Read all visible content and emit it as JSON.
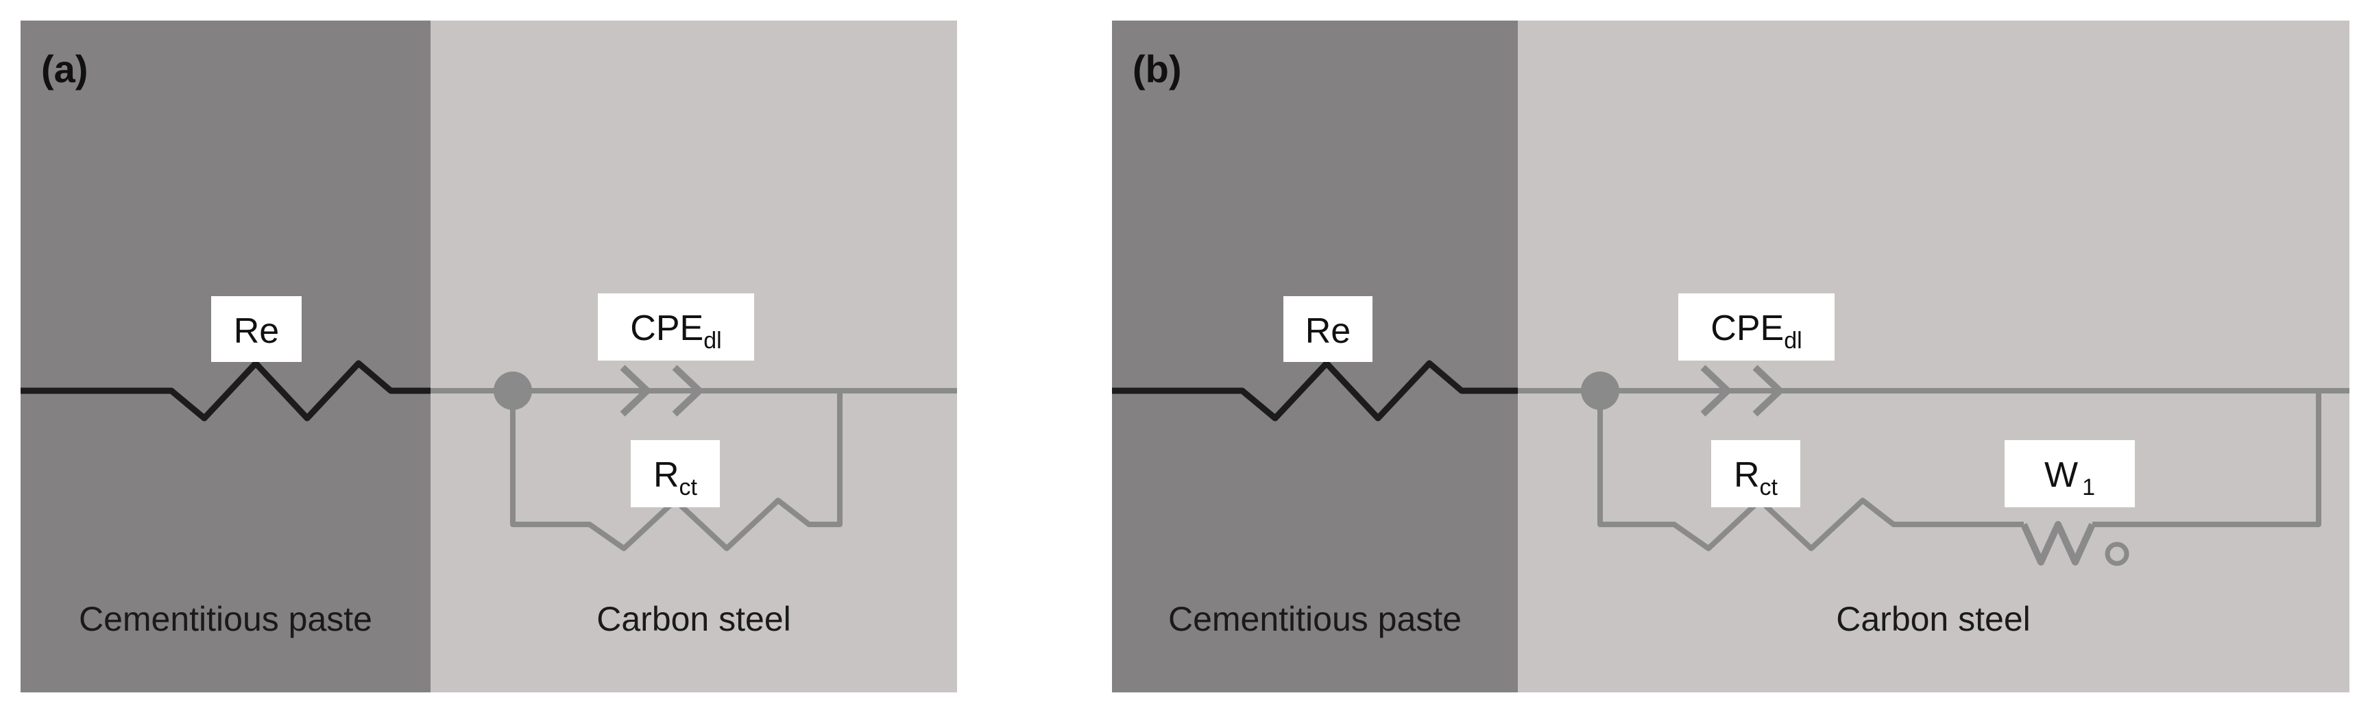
{
  "panels": [
    {
      "id": "a",
      "letter": "(a)",
      "regions": {
        "left": "Cementitious paste",
        "right": "Carbon steel"
      },
      "components": {
        "re": {
          "main": "Re",
          "sub": ""
        },
        "cpe": {
          "main": "CPE",
          "sub": "dl"
        },
        "rct": {
          "main": "R",
          "sub": "ct"
        }
      }
    },
    {
      "id": "b",
      "letter": "(b)",
      "regions": {
        "left": "Cementitious paste",
        "right": "Carbon steel"
      },
      "components": {
        "re": {
          "main": "Re",
          "sub": ""
        },
        "cpe": {
          "main": "CPE",
          "sub": "dl"
        },
        "rct": {
          "main": "R",
          "sub": "ct"
        },
        "w": {
          "main": "W",
          "sub": "1"
        }
      }
    }
  ],
  "colors": {
    "paste": "#838182",
    "steel": "#c7c4c3",
    "wire_dark": "#1c1c1c",
    "wire_light": "#8a8a8a",
    "label_bg": "#ffffff"
  }
}
